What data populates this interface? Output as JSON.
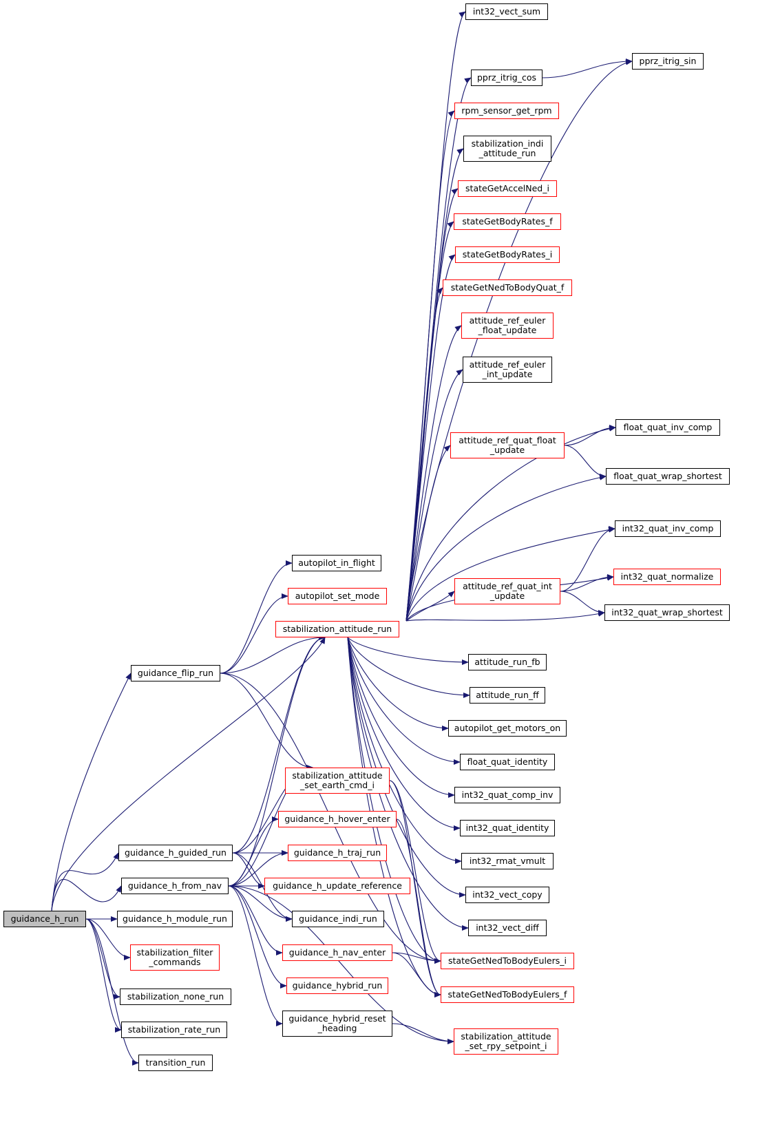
{
  "colors": {
    "edge": "#191970",
    "internal_border": "#000000",
    "external_border": "#ff0000",
    "current_fill": "#bfbfbf"
  },
  "nodes": [
    {
      "id": "n1",
      "label": "guidance_h_run",
      "current": true
    },
    {
      "id": "n2",
      "label": "guidance_flip_run"
    },
    {
      "id": "n3",
      "label": "guidance_h_guided_run"
    },
    {
      "id": "n4",
      "label": "guidance_h_from_nav"
    },
    {
      "id": "n5",
      "label": "guidance_h_module_run"
    },
    {
      "id": "n6",
      "label": "stabilization_filter\n_commands",
      "red": true
    },
    {
      "id": "n7",
      "label": "stabilization_none_run"
    },
    {
      "id": "n8",
      "label": "stabilization_rate_run"
    },
    {
      "id": "n9",
      "label": "transition_run"
    },
    {
      "id": "n10",
      "label": "autopilot_in_flight"
    },
    {
      "id": "n11",
      "label": "autopilot_set_mode",
      "red": true
    },
    {
      "id": "n12",
      "label": "stabilization_attitude_run",
      "red": true
    },
    {
      "id": "n13",
      "label": "stabilization_attitude\n_set_earth_cmd_i",
      "red": true
    },
    {
      "id": "n14",
      "label": "guidance_h_hover_enter",
      "red": true
    },
    {
      "id": "n15",
      "label": "guidance_h_traj_run",
      "red": true
    },
    {
      "id": "n16",
      "label": "guidance_h_update_reference",
      "red": true
    },
    {
      "id": "n17",
      "label": "guidance_indi_run"
    },
    {
      "id": "n18",
      "label": "guidance_h_nav_enter",
      "red": true
    },
    {
      "id": "n19",
      "label": "guidance_hybrid_run",
      "red": true
    },
    {
      "id": "n20",
      "label": "guidance_hybrid_reset\n_heading"
    },
    {
      "id": "n21",
      "label": "int32_vect_sum"
    },
    {
      "id": "n22",
      "label": "pprz_itrig_cos"
    },
    {
      "id": "n23",
      "label": "rpm_sensor_get_rpm",
      "red": true
    },
    {
      "id": "n24",
      "label": "stabilization_indi\n_attitude_run"
    },
    {
      "id": "n25",
      "label": "stateGetAccelNed_i",
      "red": true
    },
    {
      "id": "n26",
      "label": "stateGetBodyRates_f",
      "red": true
    },
    {
      "id": "n27",
      "label": "stateGetBodyRates_i",
      "red": true
    },
    {
      "id": "n28",
      "label": "stateGetNedToBodyQuat_f",
      "red": true
    },
    {
      "id": "n29",
      "label": "attitude_ref_euler\n_float_update",
      "red": true
    },
    {
      "id": "n30",
      "label": "attitude_ref_euler\n_int_update"
    },
    {
      "id": "n31",
      "label": "attitude_ref_quat_float\n_update",
      "red": true
    },
    {
      "id": "n32",
      "label": "attitude_ref_quat_int\n_update",
      "red": true
    },
    {
      "id": "n33",
      "label": "attitude_run_fb"
    },
    {
      "id": "n34",
      "label": "attitude_run_ff"
    },
    {
      "id": "n35",
      "label": "autopilot_get_motors_on"
    },
    {
      "id": "n36",
      "label": "float_quat_identity"
    },
    {
      "id": "n37",
      "label": "int32_quat_comp_inv"
    },
    {
      "id": "n38",
      "label": "int32_quat_identity"
    },
    {
      "id": "n39",
      "label": "int32_rmat_vmult"
    },
    {
      "id": "n40",
      "label": "int32_vect_copy"
    },
    {
      "id": "n41",
      "label": "int32_vect_diff"
    },
    {
      "id": "n42",
      "label": "stateGetNedToBodyEulers_i",
      "red": true
    },
    {
      "id": "n43",
      "label": "stateGetNedToBodyEulers_f",
      "red": true
    },
    {
      "id": "n44",
      "label": "stabilization_attitude\n_set_rpy_setpoint_i",
      "red": true
    },
    {
      "id": "n45",
      "label": "pprz_itrig_sin"
    },
    {
      "id": "n46",
      "label": "float_quat_inv_comp"
    },
    {
      "id": "n47",
      "label": "float_quat_wrap_shortest"
    },
    {
      "id": "n48",
      "label": "int32_quat_inv_comp"
    },
    {
      "id": "n49",
      "label": "int32_quat_normalize",
      "red": true
    },
    {
      "id": "n50",
      "label": "int32_quat_wrap_shortest"
    }
  ],
  "edges": [
    [
      "n1",
      "n2"
    ],
    [
      "n1",
      "n3"
    ],
    [
      "n1",
      "n4"
    ],
    [
      "n1",
      "n5"
    ],
    [
      "n1",
      "n6"
    ],
    [
      "n1",
      "n7"
    ],
    [
      "n1",
      "n8"
    ],
    [
      "n1",
      "n9"
    ],
    [
      "n1",
      "n12"
    ],
    [
      "n2",
      "n10"
    ],
    [
      "n2",
      "n11"
    ],
    [
      "n2",
      "n12"
    ],
    [
      "n2",
      "n13"
    ],
    [
      "n2",
      "n42"
    ],
    [
      "n3",
      "n12"
    ],
    [
      "n3",
      "n13"
    ],
    [
      "n3",
      "n15"
    ],
    [
      "n3",
      "n16"
    ],
    [
      "n3",
      "n17"
    ],
    [
      "n4",
      "n12"
    ],
    [
      "n4",
      "n13"
    ],
    [
      "n4",
      "n14"
    ],
    [
      "n4",
      "n15"
    ],
    [
      "n4",
      "n16"
    ],
    [
      "n4",
      "n17"
    ],
    [
      "n4",
      "n18"
    ],
    [
      "n4",
      "n19"
    ],
    [
      "n4",
      "n20"
    ],
    [
      "n4",
      "n44"
    ],
    [
      "n12",
      "n21"
    ],
    [
      "n12",
      "n22"
    ],
    [
      "n12",
      "n23"
    ],
    [
      "n12",
      "n24"
    ],
    [
      "n12",
      "n25"
    ],
    [
      "n12",
      "n26"
    ],
    [
      "n12",
      "n27"
    ],
    [
      "n12",
      "n28"
    ],
    [
      "n12",
      "n29"
    ],
    [
      "n12",
      "n30"
    ],
    [
      "n12",
      "n31"
    ],
    [
      "n12",
      "n32"
    ],
    [
      "n12",
      "n33"
    ],
    [
      "n12",
      "n34"
    ],
    [
      "n12",
      "n35"
    ],
    [
      "n12",
      "n36"
    ],
    [
      "n12",
      "n37"
    ],
    [
      "n12",
      "n38"
    ],
    [
      "n12",
      "n39"
    ],
    [
      "n12",
      "n40"
    ],
    [
      "n12",
      "n41"
    ],
    [
      "n12",
      "n42"
    ],
    [
      "n12",
      "n43"
    ],
    [
      "n12",
      "n45"
    ],
    [
      "n12",
      "n46"
    ],
    [
      "n12",
      "n47"
    ],
    [
      "n12",
      "n48"
    ],
    [
      "n12",
      "n49"
    ],
    [
      "n12",
      "n50"
    ],
    [
      "n13",
      "n42"
    ],
    [
      "n13",
      "n43"
    ],
    [
      "n14",
      "n43"
    ],
    [
      "n18",
      "n42"
    ],
    [
      "n18",
      "n43"
    ],
    [
      "n20",
      "n44"
    ],
    [
      "n22",
      "n45"
    ],
    [
      "n31",
      "n46"
    ],
    [
      "n31",
      "n47"
    ],
    [
      "n32",
      "n48"
    ],
    [
      "n32",
      "n49"
    ],
    [
      "n32",
      "n50"
    ]
  ]
}
